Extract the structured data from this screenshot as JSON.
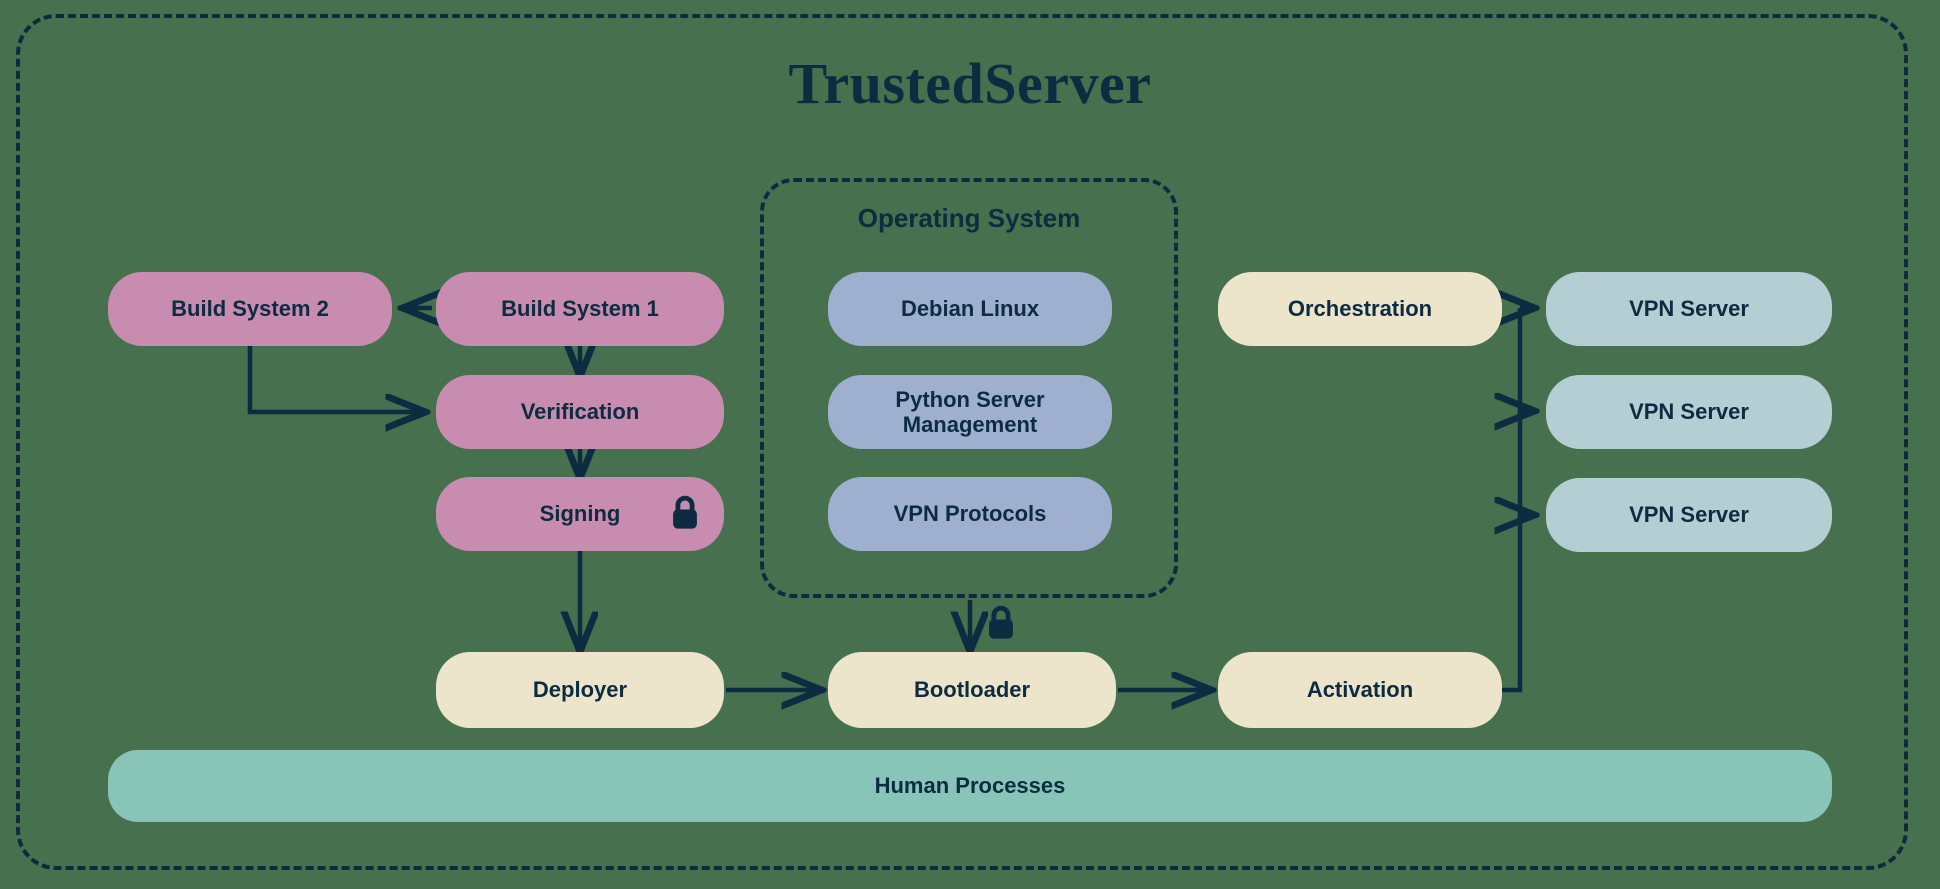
{
  "title": "TrustedServer",
  "outer_boundary": {
    "style": "dashed",
    "label": "trusted-server-boundary"
  },
  "os_group": {
    "title": "Operating System",
    "items": [
      {
        "label": "Debian Linux"
      },
      {
        "label": "Python Server\nManagement"
      },
      {
        "label": "VPN Protocols"
      }
    ]
  },
  "build_pipeline": [
    {
      "label": "Build System 2"
    },
    {
      "label": "Build System 1"
    },
    {
      "label": "Verification"
    },
    {
      "label": "Signing",
      "has_lock": true
    }
  ],
  "deploy_pipeline": [
    {
      "label": "Deployer"
    },
    {
      "label": "Bootloader"
    },
    {
      "label": "Activation"
    }
  ],
  "vpn_servers": [
    {
      "label": "VPN Server"
    },
    {
      "label": "VPN Server"
    },
    {
      "label": "VPN Server"
    }
  ],
  "orchestration": {
    "label": "Orchestration"
  },
  "human_processes": {
    "label": "Human Processes"
  },
  "icons": {
    "lock_signing": "lock-icon",
    "lock_boot": "lock-icon"
  },
  "colors": {
    "background": "#47704f",
    "ink": "#0d2b41",
    "pink": "#c78cb0",
    "blue": "#9fafd0",
    "cream": "#ece5cb",
    "teal": "#b4ced3",
    "mint": "#88c5b8"
  }
}
